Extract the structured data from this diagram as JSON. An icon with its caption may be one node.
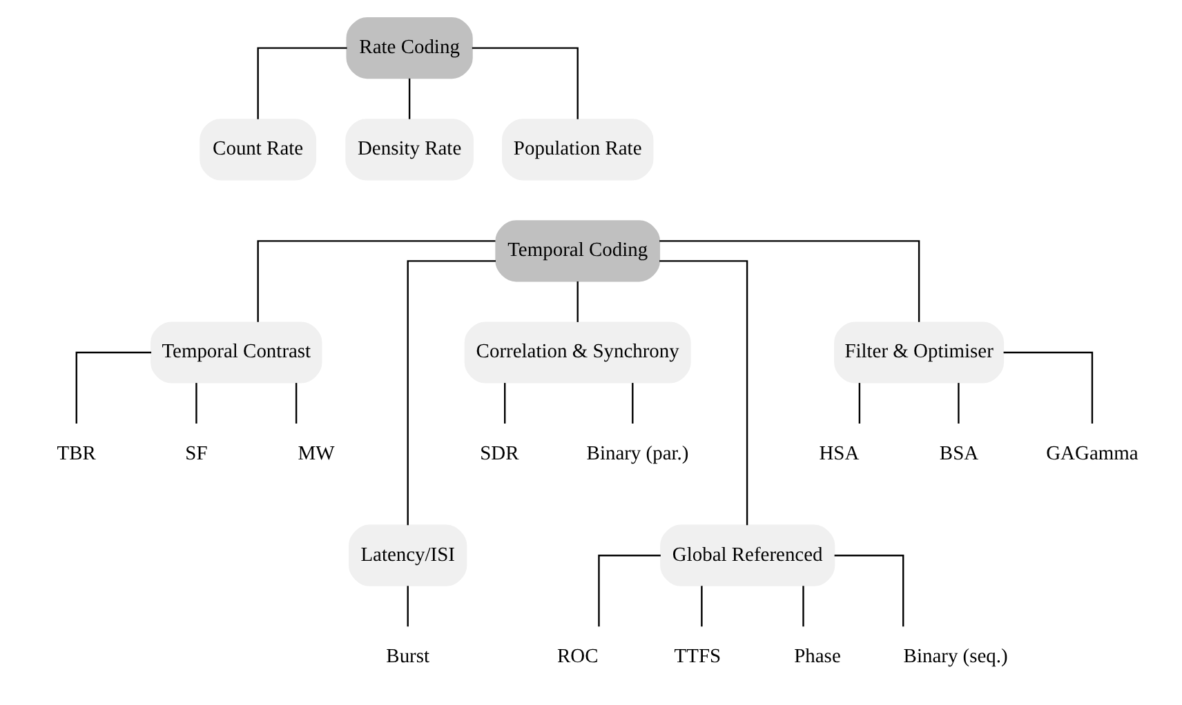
{
  "diagram": {
    "nodes": [
      {
        "text": [
          "Rate Coding"
        ]
      },
      {
        "text": [
          "Count Rate"
        ]
      },
      {
        "text": [
          "Density Rate"
        ]
      },
      {
        "text": [
          "Population Rate"
        ]
      },
      {
        "text": [
          "Temporal Coding"
        ]
      },
      {
        "text": [
          "Temporal Contrast"
        ]
      },
      {
        "text": [
          "Latency/ISI"
        ]
      },
      {
        "text": [
          "Correlation & Synchrony"
        ]
      },
      {
        "text": [
          "Global Referenced"
        ]
      },
      {
        "text": [
          "Filter & Optimiser"
        ]
      },
      {
        "text": [
          "TBR"
        ]
      },
      {
        "text": [
          "SF"
        ]
      },
      {
        "text": [
          "MW"
        ]
      },
      {
        "text": [
          "Burst"
        ]
      },
      {
        "text": [
          "SDR"
        ]
      },
      {
        "text": [
          "Binary (par.)"
        ]
      },
      {
        "text": [
          "ROC"
        ]
      },
      {
        "text": [
          "TTFS"
        ]
      },
      {
        "text": [
          "Phase"
        ]
      },
      {
        "text": [
          "Binary (seq.)"
        ]
      },
      {
        "text": [
          "HSA"
        ]
      },
      {
        "text": [
          "BSA"
        ]
      },
      {
        "text": [
          "GAGamma"
        ]
      }
    ],
    "edges": [
      {
        "from": 0,
        "to": 1,
        "arrow": "none"
      },
      {
        "from": 0,
        "to": 2,
        "arrow": "none"
      },
      {
        "from": 0,
        "to": 3,
        "arrow": "none"
      },
      {
        "from": 4,
        "to": 5,
        "arrow": "none"
      },
      {
        "from": 4,
        "to": 6,
        "arrow": "none"
      },
      {
        "from": 4,
        "to": 7,
        "arrow": "none"
      },
      {
        "from": 4,
        "to": 8,
        "arrow": "none"
      },
      {
        "from": 4,
        "to": 9,
        "arrow": "none"
      },
      {
        "from": 5,
        "to": 10,
        "arrow": "none"
      },
      {
        "from": 5,
        "to": 11,
        "arrow": "none"
      },
      {
        "from": 5,
        "to": 12,
        "arrow": "none"
      },
      {
        "from": 6,
        "to": 13,
        "arrow": "none"
      },
      {
        "from": 7,
        "to": 14,
        "arrow": "none"
      },
      {
        "from": 7,
        "to": 15,
        "arrow": "none"
      },
      {
        "from": 8,
        "to": 16,
        "arrow": "none"
      },
      {
        "from": 8,
        "to": 17,
        "arrow": "none"
      },
      {
        "from": 8,
        "to": 18,
        "arrow": "none"
      },
      {
        "from": 8,
        "to": 19,
        "arrow": "none"
      },
      {
        "from": 9,
        "to": 20,
        "arrow": "none"
      },
      {
        "from": 9,
        "to": 21,
        "arrow": "none"
      },
      {
        "from": 9,
        "to": 22,
        "arrow": "none"
      }
    ]
  }
}
